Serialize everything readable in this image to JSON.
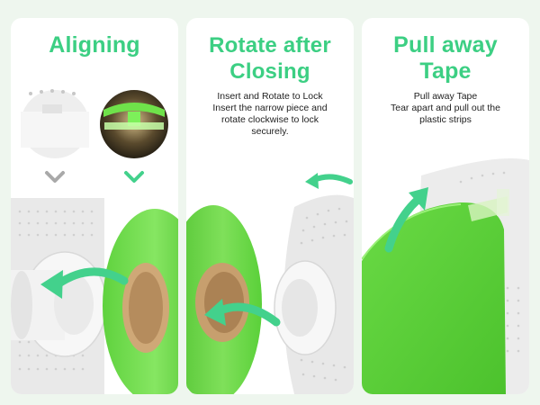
{
  "panels": [
    {
      "title_lines": [
        "Aligning"
      ],
      "desc_lines": []
    },
    {
      "title_lines": [
        "Rotate after",
        "Closing"
      ],
      "desc_lines": [
        "Insert and Rotate to Lock",
        "Insert the narrow piece and",
        "rotate clockwise to lock",
        "securely."
      ]
    },
    {
      "title_lines": [
        "Pull away",
        "Tape"
      ],
      "desc_lines": [
        "Pull away Tape",
        "Tear apart and pull out the",
        "plastic strips"
      ]
    }
  ],
  "colors": {
    "accent": "#3ccf83",
    "filament": "#6fdc4c",
    "arrow_teal": "#43d18c",
    "chevron_gray": "#a9a9a9"
  },
  "icons": {
    "chevron_gray": "chevron-down-icon",
    "chevron_green": "chevron-down-icon",
    "arrow": "curved-arrow-icon"
  }
}
